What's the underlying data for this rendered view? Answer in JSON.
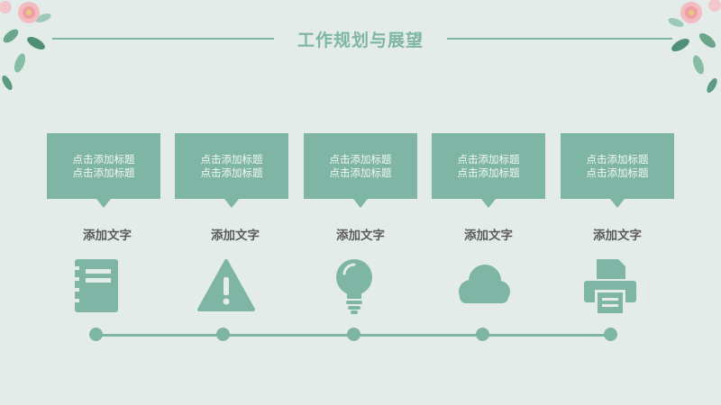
{
  "slide": {
    "title": "工作规划与展望",
    "accent_color": "#7fb5a5",
    "background_color": "#e3ece9"
  },
  "items": [
    {
      "line1": "点击添加标题",
      "line2": "点击添加标题",
      "subtitle": "添加文字",
      "icon": "notebook-icon"
    },
    {
      "line1": "点击添加标题",
      "line2": "点击添加标题",
      "subtitle": "添加文字",
      "icon": "warning-icon"
    },
    {
      "line1": "点击添加标题",
      "line2": "点击添加标题",
      "subtitle": "添加文字",
      "icon": "lightbulb-icon"
    },
    {
      "line1": "点击添加标题",
      "line2": "点击添加标题",
      "subtitle": "添加文字",
      "icon": "cloud-icon"
    },
    {
      "line1": "点击添加标题",
      "line2": "点击添加标题",
      "subtitle": "添加文字",
      "icon": "printer-icon"
    }
  ]
}
